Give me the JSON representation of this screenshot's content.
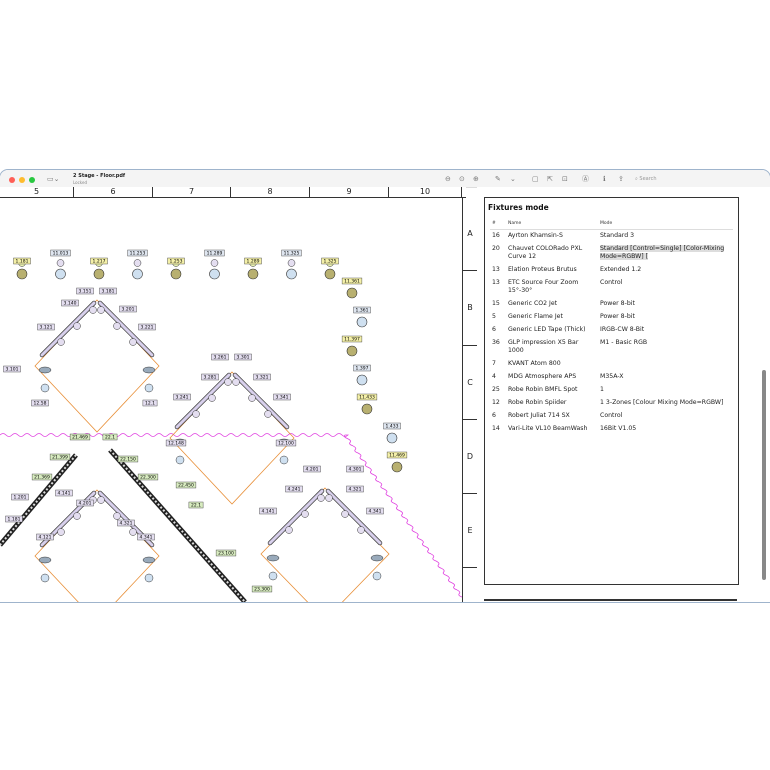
{
  "window": {
    "title": "2 Stage - Floor.pdf",
    "subtitle": "Locked",
    "search_placeholder": "Search",
    "colors": {
      "close": "#ff5f57",
      "minimize": "#febc2e",
      "zoom": "#28c840",
      "magenta": "#e040e0",
      "orange": "#e8903a",
      "truss": "#d8d0ec"
    }
  },
  "ruler": {
    "columns": [
      "5",
      "6",
      "7",
      "8",
      "9",
      "10"
    ],
    "rows": [
      "A",
      "B",
      "C",
      "D",
      "E"
    ]
  },
  "drawing": {
    "labels": [
      "1.181",
      "11.013",
      "1.217",
      "11.253",
      "1.253",
      "11.289",
      "1.289",
      "11.325",
      "1.325",
      "11.361",
      "1.361",
      "11.397",
      "1.397",
      "11.433",
      "1.433",
      "11.469",
      "3.151",
      "3.181",
      "3.140",
      "3.201",
      "3.121",
      "3.221",
      "3.261",
      "3.301",
      "3.281",
      "3.321",
      "3.241",
      "3.341",
      "3.101",
      "12.58",
      "12.1",
      "12.148",
      "12.100",
      "4.201",
      "4.301",
      "4.241",
      "4.321",
      "4.141",
      "4.341",
      "21.469",
      "22.1",
      "21.399",
      "22.150",
      "21.369",
      "22.300",
      "22.450",
      "22.1",
      "23.100",
      "23.300",
      "4.141",
      "4.201",
      "4.321",
      "4.121",
      "4.341",
      "1.181",
      "1.201"
    ]
  },
  "fixtures_panel": {
    "heading": "Fixtures mode",
    "columns": [
      "#",
      "Name",
      "Mode"
    ],
    "rows": [
      {
        "count": "16",
        "name": "Ayrton Khamsin-S",
        "mode": "Standard 3"
      },
      {
        "count": "20",
        "name": "Chauvet COLORado PXL Curve 12",
        "mode": "Standard [Control=Single] [Color-Mixing Mode=RGBW] ["
      },
      {
        "count": "13",
        "name": "Elation Proteus Brutus",
        "mode": "Extended 1.2"
      },
      {
        "count": "13",
        "name": "ETC Source Four Zoom 15°-30°",
        "mode": "Control"
      },
      {
        "count": "15",
        "name": "Generic CO2 Jet",
        "mode": "Power 8-bit"
      },
      {
        "count": "5",
        "name": "Generic Flame Jet",
        "mode": "Power 8-bit"
      },
      {
        "count": "6",
        "name": "Generic LED Tape (Thick)",
        "mode": "IRGB-CW 8-Bit"
      },
      {
        "count": "36",
        "name": "GLP impression X5 Bar 1000",
        "mode": "M1 - Basic RGB"
      },
      {
        "count": "7",
        "name": "KVANT Atom 800",
        "mode": ""
      },
      {
        "count": "4",
        "name": "MDG Atmosphere APS",
        "mode": "M35A-X"
      },
      {
        "count": "25",
        "name": "Robe Robin BMFL Spot",
        "mode": "1"
      },
      {
        "count": "12",
        "name": "Robe Robin Spiider",
        "mode": "1 3-Zones [Colour Mixing Mode=RGBW]"
      },
      {
        "count": "6",
        "name": "Robert Juliat 714 SX",
        "mode": "Control"
      },
      {
        "count": "14",
        "name": "Vari-Lite VL10 BeamWash",
        "mode": "16Bit V1.05"
      }
    ]
  }
}
